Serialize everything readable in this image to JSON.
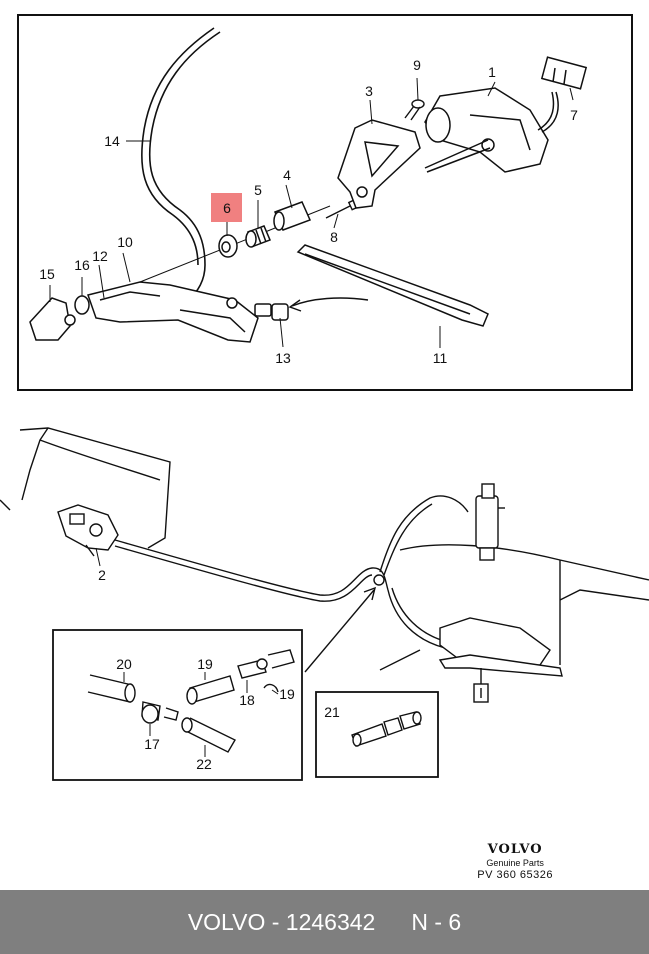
{
  "callouts": {
    "n1": "1",
    "n2": "2",
    "n3": "3",
    "n4": "4",
    "n5": "5",
    "n6": "6",
    "n7": "7",
    "n8": "8",
    "n9": "9",
    "n10": "10",
    "n11": "11",
    "n12": "12",
    "n13": "13",
    "n14": "14",
    "n15": "15",
    "n16": "16",
    "n17": "17",
    "n18": "18",
    "n19a": "19",
    "n19b": "19",
    "n20": "20",
    "n21": "21",
    "n22": "22"
  },
  "highlight_color": "#f08080",
  "brand": {
    "logo": "VOLVO",
    "subtitle": "Genuine Parts",
    "code": "PV 360 65326"
  },
  "footer": {
    "part_text": "VOLVO - 1246342",
    "ref_text": "N - 6"
  }
}
